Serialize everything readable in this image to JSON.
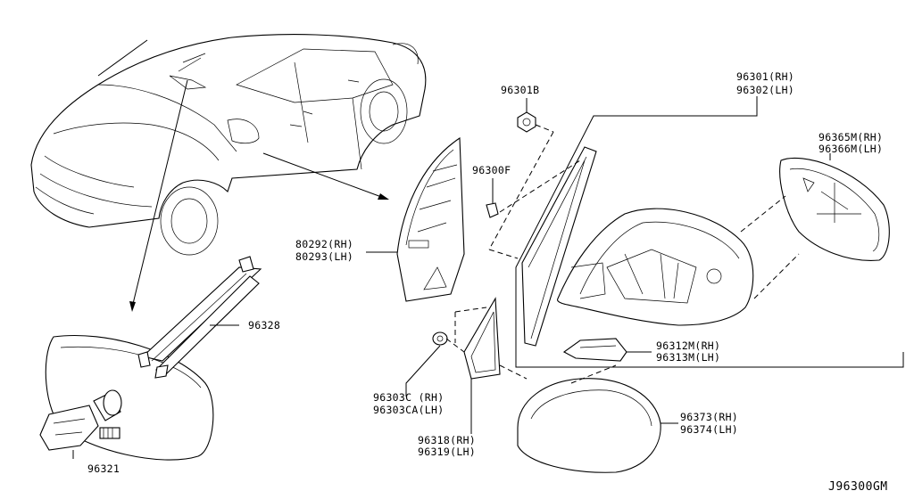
{
  "diagram_code": "J96300GM",
  "parts": {
    "p96301": [
      "96301(RH)",
      "96302(LH)"
    ],
    "p96301B": "96301B",
    "p96300F": "96300F",
    "p96365M": [
      "96365M(RH)",
      "96366M(LH)"
    ],
    "p80292": [
      "80292(RH)",
      "80293(LH)"
    ],
    "p96328": "96328",
    "p96312M": [
      "96312M(RH)",
      "96313M(LH)"
    ],
    "p96303C": [
      "96303C (RH)",
      "96303CA(LH)"
    ],
    "p96373": [
      "96373(RH)",
      "96374(LH)"
    ],
    "p96318": [
      "96318(RH)",
      "96319(LH)"
    ],
    "p96321": "96321"
  }
}
